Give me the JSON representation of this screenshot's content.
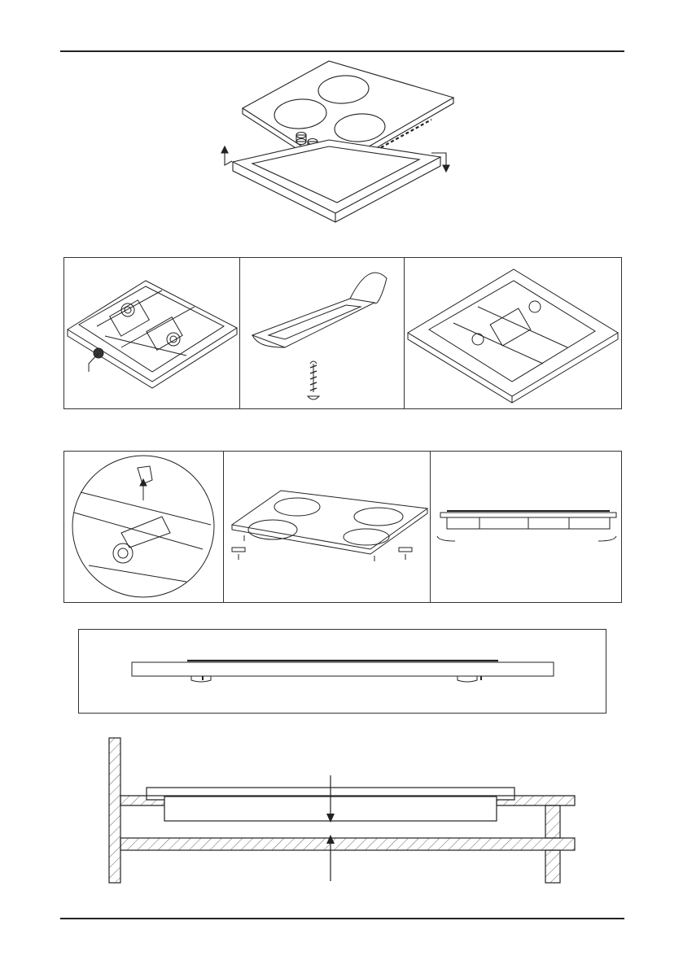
{
  "document": {
    "type": "installation-instructions-illustrations",
    "figures": [
      {
        "id": "fig-1",
        "subject": "hob-exploded-over-frame-icon"
      },
      {
        "id": "fig-2a",
        "subject": "hob-underside-with-seal-icon"
      },
      {
        "id": "fig-2b",
        "subject": "fixing-bracket-and-screw-icon"
      },
      {
        "id": "fig-2c",
        "subject": "hob-underside-on-worktop-icon"
      },
      {
        "id": "fig-3a",
        "subject": "bracket-clip-detail-icon"
      },
      {
        "id": "fig-3b",
        "subject": "hob-with-brackets-icon"
      },
      {
        "id": "fig-3c",
        "subject": "hob-side-view-brackets-icon"
      },
      {
        "id": "fig-4",
        "subject": "hob-side-profile-icon"
      },
      {
        "id": "fig-5",
        "subject": "worktop-cross-section-icon"
      }
    ],
    "colors": {
      "line": "#222222",
      "hatch": "#555555",
      "paper": "#ffffff"
    }
  }
}
